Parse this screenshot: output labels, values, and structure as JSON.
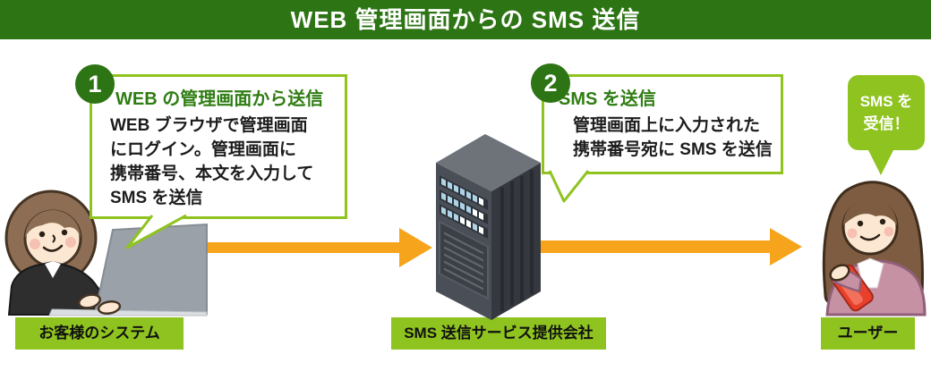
{
  "header": {
    "title": "WEB 管理画面からの SMS 送信"
  },
  "steps": [
    {
      "number": "1",
      "title": "WEB の管理画面から送信",
      "body_lines": [
        "WEB ブラウザで管理画面",
        "にログイン。管理画面に",
        "携帯番号、本文を入力して",
        "SMS を送信"
      ]
    },
    {
      "number": "2",
      "title": "SMS を送信",
      "body_lines": [
        "管理画面上に入力された",
        "携帯番号宛に SMS を送信"
      ]
    }
  ],
  "receive_bubble": {
    "line1": "SMS を",
    "line2": "受信！"
  },
  "labels": {
    "customer_system": "お客様のシステム",
    "sms_provider": "SMS 送信サービス提供会社",
    "user": "ユーザー"
  },
  "colors": {
    "header_green": "#2d7414",
    "accent_green": "#8fc31f",
    "title_green": "#2f7d13",
    "badge_green": "#2d7414",
    "arrow_orange": "#f7a41d",
    "server_front": "#4a4f57",
    "server_side": "#35393f",
    "server_top": "#6e737a",
    "phone_red": "#e8402b"
  },
  "icons": {
    "left_figure": "woman-at-laptop-icon",
    "center_figure": "server-icon",
    "right_figure": "woman-with-smartphone-icon",
    "flow": "orange-arrow-icon"
  }
}
